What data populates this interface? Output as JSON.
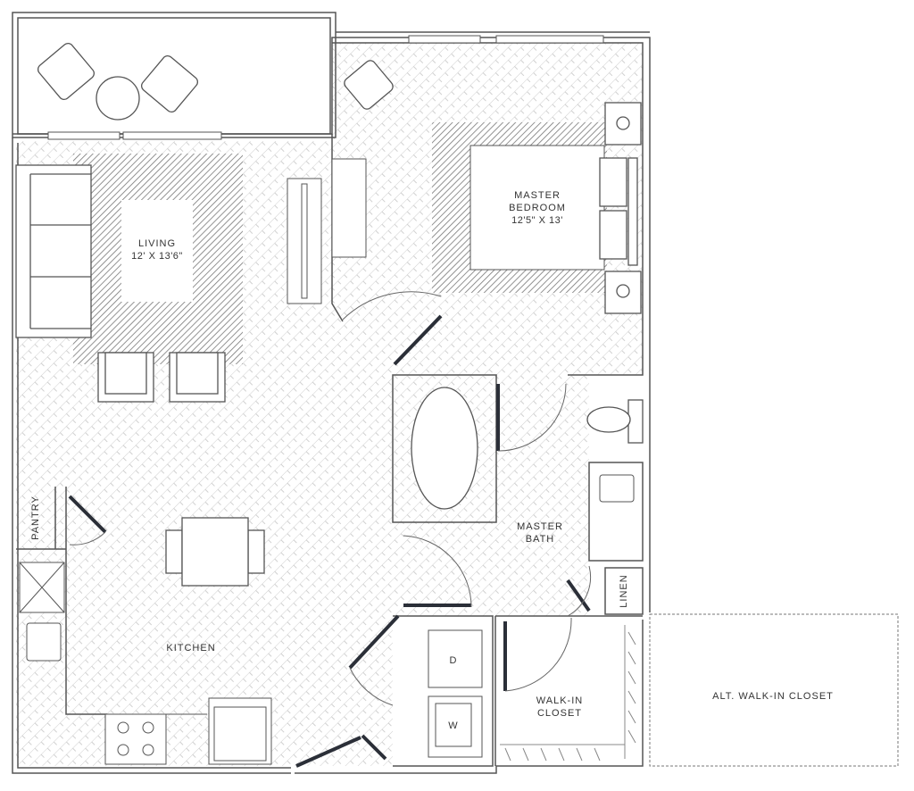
{
  "title": "One bedroom floor plan",
  "colors": {
    "wall": "#555555",
    "door": "#2b2f38",
    "hatch": "#c9c9c9",
    "rug": "#8a8a8a"
  },
  "rooms": {
    "living": {
      "name": "LIVING",
      "dims": "12' X 13'6\""
    },
    "bedroom": {
      "name_line1": "MASTER",
      "name_line2": "BEDROOM",
      "dims": "12'5\" X 13'"
    },
    "bath": {
      "name_line1": "MASTER",
      "name_line2": "BATH"
    },
    "kitchen": {
      "name": "KITCHEN"
    },
    "pantry": {
      "name": "PANTRY"
    },
    "linen": {
      "name": "LINEN"
    },
    "closet": {
      "name_line1": "WALK-IN",
      "name_line2": "CLOSET"
    },
    "alt_closet": {
      "name": "ALT. WALK-IN CLOSET"
    }
  },
  "appliances": {
    "dryer": "D",
    "washer": "W"
  }
}
